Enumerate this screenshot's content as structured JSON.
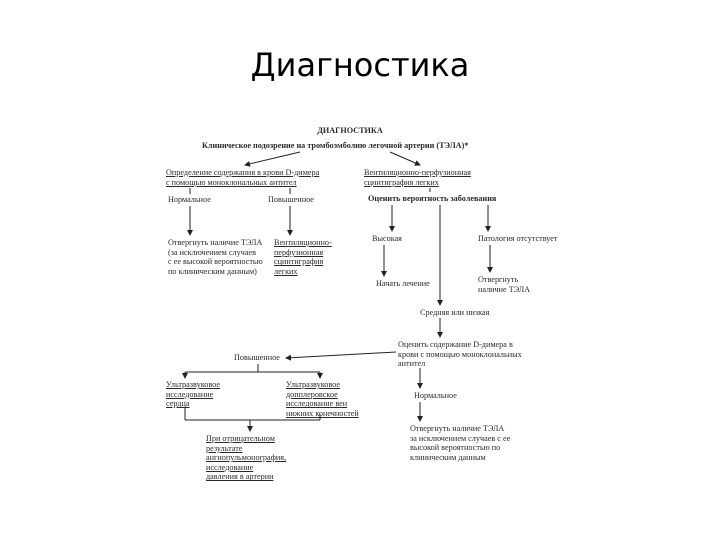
{
  "slide_title": "Диагностика",
  "diagram": {
    "heading": "ДИАГНОСТИКА",
    "subheading": "Клиническое подозрение на тромбоэмболию легочной артерии (ТЭЛА)*",
    "left": {
      "ddimer": "Определение содержания в крови D-димера\nс помощью моноклональных антител",
      "normal": "Нормальное",
      "elevated": "Повышенное",
      "exclude": "Отвергнуть наличие ТЭЛА\n(за исключением случаев\nс ее высокой вероятностью\nпо клиническим данным)",
      "vq": "Вентиляционно-\nперфузионная\nсцинтиграфия\nлегких"
    },
    "right": {
      "scan": "Вентиляционно-перфузионная\nсцинтиграфия легких",
      "assess": "Оценить вероятность заболевания",
      "high": "Высокая",
      "absent": "Патология отсутствует",
      "treat": "Начать лечение",
      "reject": "Отвергнуть\nналичие ТЭЛА",
      "medium_low": "Средняя или низкая",
      "ddimer2": "Оценить содержание D-димера в\nкрови с помощью моноклональных\nантител",
      "normal2": "Нормальное",
      "exclude2": "Отвергнуть наличие ТЭЛА\nза исключением случаев с ее\nвысокой вероятностью по\nклиническим данным"
    },
    "bottom": {
      "elevated": "Повышенное",
      "ultrasound": "Ультразвуковое\nисследование\nсердца",
      "ultrasound_veins": "Ультразвуковое\nдопплеровское\nисследование вен\nнижних конечностей",
      "negative": "При отрицательном\nрезультате\nангиопульмонография,\nисследование\nдавления в артерии"
    }
  }
}
